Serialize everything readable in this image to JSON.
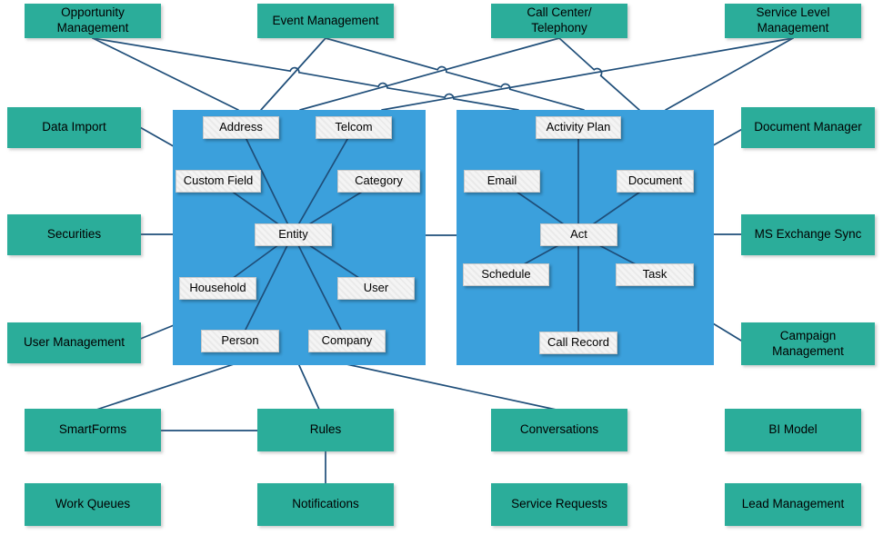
{
  "colors": {
    "teal": "#2BAD9A",
    "panel_blue": "#3BA0DC",
    "connector_line": "#1F4E79",
    "inner_node_bg": "#F1F1F1",
    "inner_node_border": "#C9C9C9",
    "label_text": "#000000"
  },
  "top_row": [
    "Opportunity\nManagement",
    "Event Management",
    "Call Center/\nTelephony",
    "Service Level\nManagement"
  ],
  "left_column": [
    "Data Import",
    "Securities",
    "User Management"
  ],
  "right_column": [
    "Document Manager",
    "MS Exchange Sync",
    "Campaign\nManagement"
  ],
  "bottom_row_1": [
    "SmartForms",
    "Rules",
    "Conversations",
    "BI Model"
  ],
  "bottom_row_2": [
    "Work Queues",
    "Notifications",
    "Service Requests",
    "Lead Management"
  ],
  "entity_panel": {
    "nodes": [
      "Address",
      "Telcom",
      "Custom Field",
      "Category",
      "Entity",
      "Household",
      "User",
      "Person",
      "Company"
    ]
  },
  "activity_panel": {
    "nodes": [
      "Activity Plan",
      "Email",
      "Document",
      "Act",
      "Schedule",
      "Task",
      "Call Record"
    ]
  }
}
